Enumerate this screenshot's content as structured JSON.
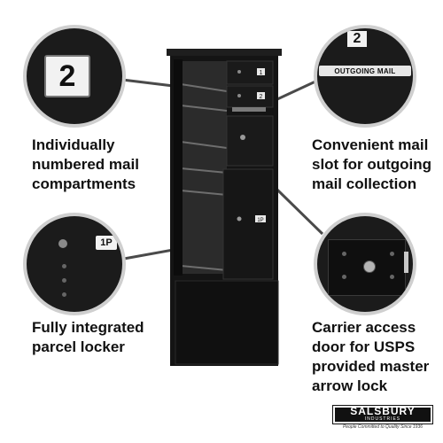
{
  "callouts": {
    "numbered": {
      "badge": "2",
      "caption": "Individually\nnumbered mail\ncompartments"
    },
    "mail_slot": {
      "badge": "2",
      "slot_label": "OUTGOING MAIL",
      "caption": "Convenient mail\nslot for outgoing\nmail collection"
    },
    "parcel": {
      "badge": "1P",
      "caption": "Fully integrated\nparcel locker"
    },
    "carrier": {
      "caption": "Carrier access\ndoor for USPS\nprovided master\narrow lock"
    }
  },
  "cabinet": {
    "door_labels": [
      "1",
      "2",
      "1P"
    ]
  },
  "brand": {
    "name": "SALSBURY",
    "sub": "INDUSTRIES",
    "tagline": "People Committed to Quality Since 1936"
  }
}
